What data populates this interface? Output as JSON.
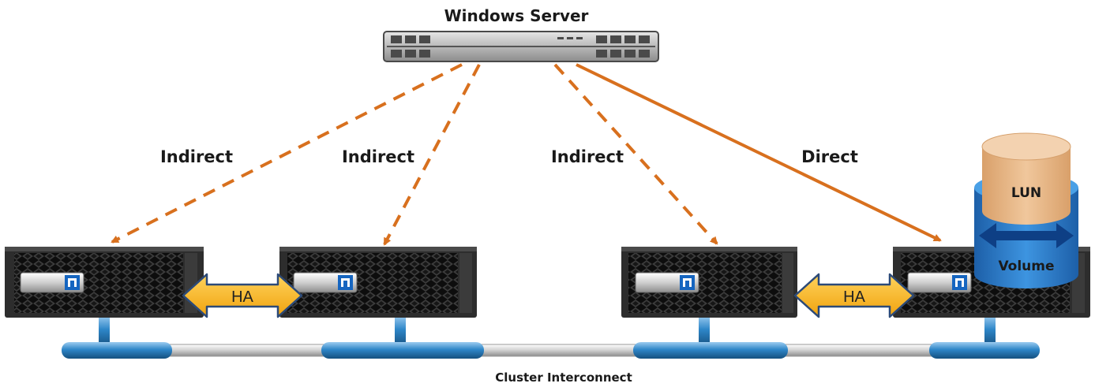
{
  "server": {
    "label": "Windows  Server"
  },
  "paths": [
    {
      "label": "Indirect",
      "style": "dashed"
    },
    {
      "label": "Indirect",
      "style": "dashed"
    },
    {
      "label": "Indirect",
      "style": "dashed"
    },
    {
      "label": "Direct",
      "style": "solid"
    }
  ],
  "ha_pairs": [
    {
      "label": "HA"
    },
    {
      "label": "HA"
    }
  ],
  "storage": {
    "lun_label": "LUN",
    "volume_label": "Volume"
  },
  "network": {
    "label": "Cluster Interconnect"
  },
  "colors": {
    "path": "#d8701e",
    "ha_arrow": "#f7b21b",
    "network_pipe": "#2e86c8",
    "lun": "#e7bc8f",
    "volume": "#1f6fc0",
    "controller_bezel": "#2d2d2d",
    "logo": "#1565c0"
  }
}
